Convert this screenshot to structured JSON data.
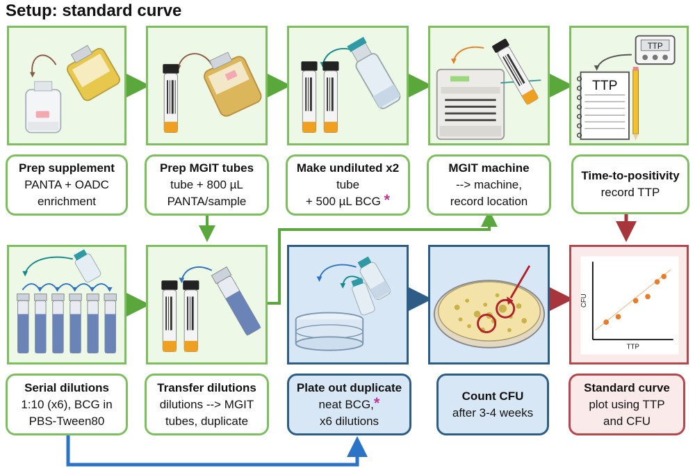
{
  "title": "Setup: standard curve",
  "steps": [
    {
      "heading": "Prep supplement",
      "lines": [
        "PANTA + OADC",
        "enrichment"
      ],
      "star": ""
    },
    {
      "heading": "Prep MGIT tubes",
      "lines": [
        "tube + 800 µL",
        "PANTA/sample"
      ],
      "star": ""
    },
    {
      "heading": "Make undiluted x2",
      "lines": [
        "tube",
        "+ 500 µL BCG"
      ],
      "star": "*"
    },
    {
      "heading": "MGIT machine",
      "lines": [
        "--> machine,",
        "record location"
      ],
      "star": ""
    },
    {
      "heading": "Time-to-positivity",
      "lines": [
        "record TTP"
      ],
      "star": ""
    },
    {
      "heading": "Serial dilutions",
      "lines": [
        "1:10 (x6), BCG in",
        "PBS-Tween80"
      ],
      "star": ""
    },
    {
      "heading": "Transfer dilutions",
      "lines": [
        "dilutions --> MGIT",
        "tubes, duplicate"
      ],
      "star": ""
    },
    {
      "heading": "Plate out duplicate",
      "lines": [
        "neat BCG,",
        "x6 dilutions"
      ],
      "star": "*"
    },
    {
      "heading": "Count CFU",
      "lines": [
        "after 3-4 weeks"
      ],
      "star": ""
    },
    {
      "heading": "Standard curve",
      "lines": [
        "plot using TTP",
        "and CFU"
      ],
      "star": ""
    }
  ],
  "illustrations": {
    "notebook_text": "TTP",
    "timer_text": "TTP",
    "plot_ylabel": "CFU",
    "plot_xlabel": "TTP"
  },
  "colors": {
    "green_border": "#7dbf5e",
    "green_fill": "#eef8e6",
    "green_arrow": "#5aa83c",
    "blue_border": "#2d5d86",
    "blue_fill": "#d8e7f5",
    "blue_arrow": "#2b73c7",
    "red_border": "#b5474d",
    "red_fill": "#fbeaea",
    "red_arrow": "#a6353c",
    "star": "#c0349a"
  }
}
